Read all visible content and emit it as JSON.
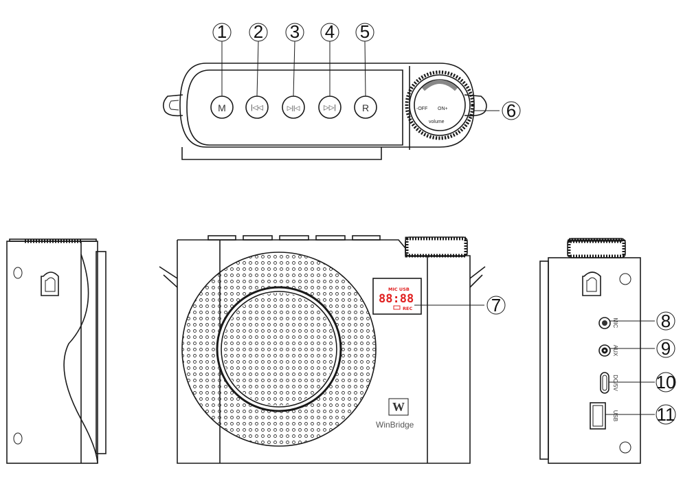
{
  "callouts": [
    "1",
    "2",
    "3",
    "4",
    "5",
    "6",
    "7",
    "8",
    "9",
    "10",
    "11"
  ],
  "top_buttons": {
    "m": "M",
    "prev": "|◁◁",
    "play": "▷||◁",
    "next": "▷▷|",
    "r": "R"
  },
  "volume_knob": {
    "off": "-OFF",
    "on": "ON+",
    "label": "volume"
  },
  "lcd": {
    "indicators": "MIC USB",
    "digits": "88:88",
    "status": "REC"
  },
  "brand": {
    "logo": "W",
    "name": "WinBridge"
  },
  "ports": {
    "mic": "MIC",
    "aux": "AUX",
    "dc": "DC/5V",
    "usb": "USB"
  },
  "colors": {
    "line": "#1a1a1a",
    "lcd": "#e02020"
  }
}
